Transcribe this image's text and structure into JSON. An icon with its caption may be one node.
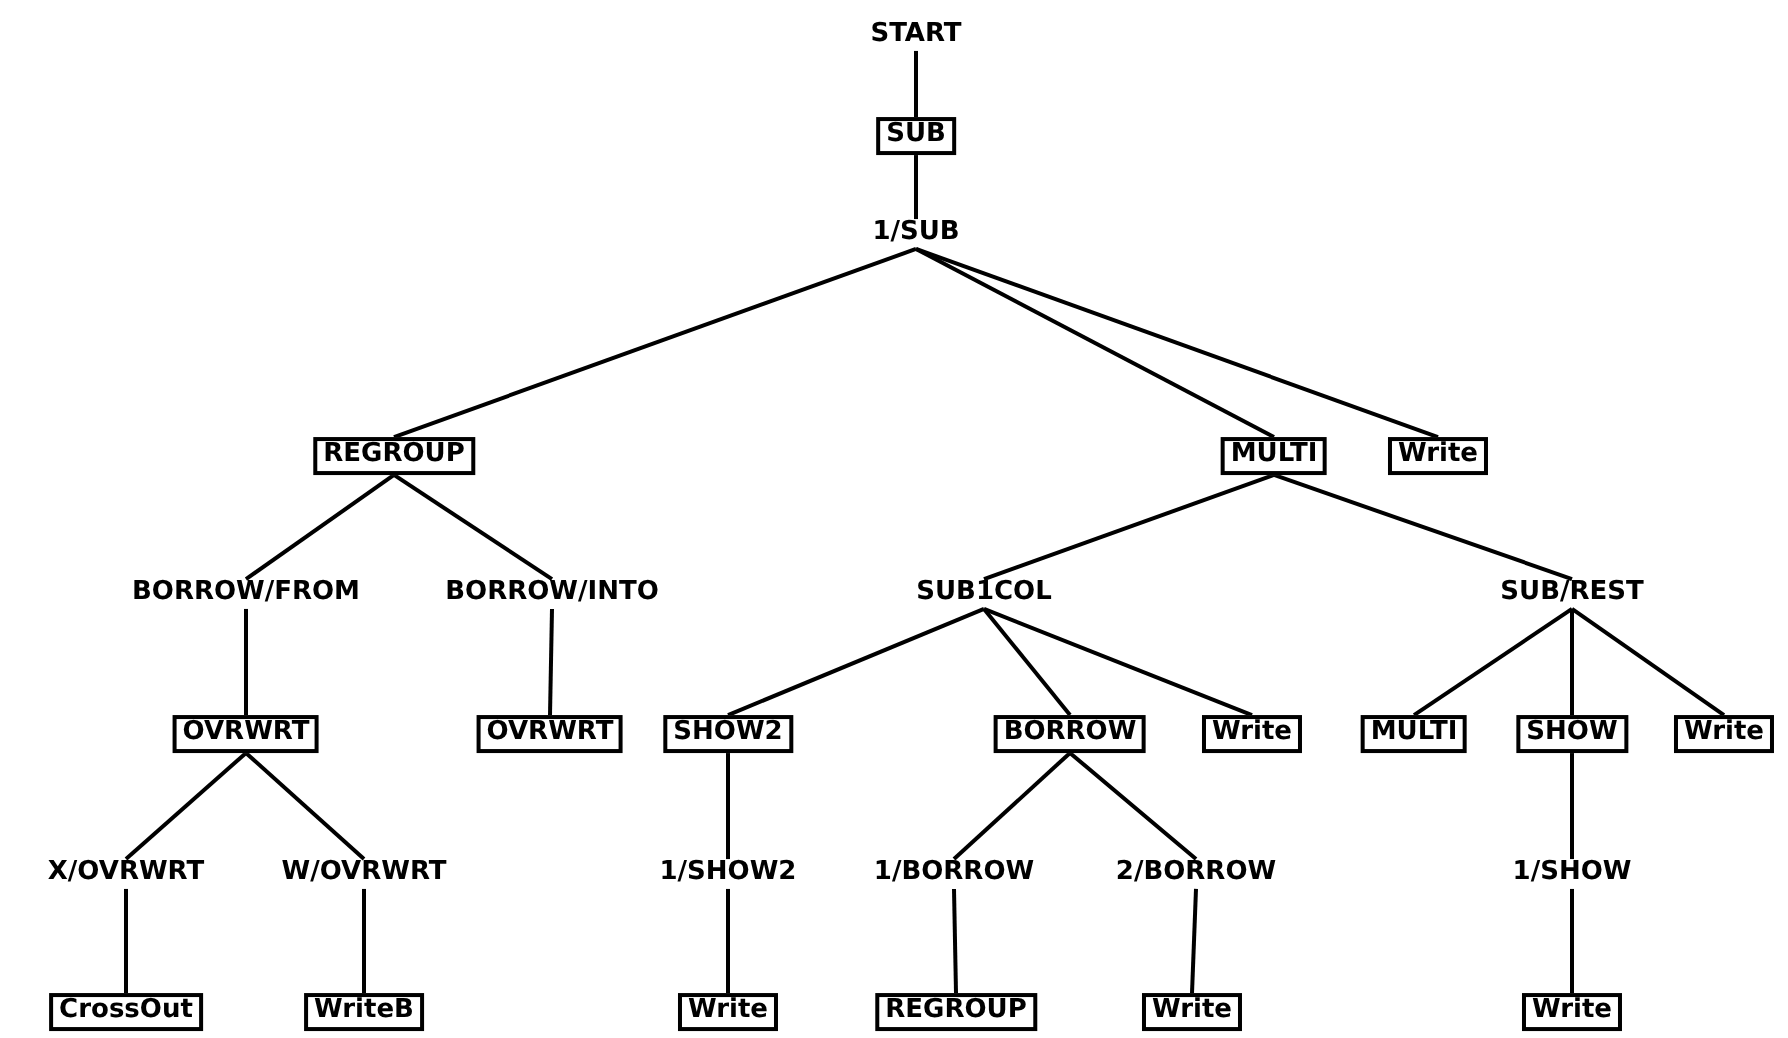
{
  "diagram": {
    "nodes": [
      {
        "text": [
          "START"
        ]
      },
      {
        "text": [
          "SUB"
        ]
      },
      {
        "text": [
          "1/SUB"
        ]
      },
      {
        "text": [
          "REGROUP"
        ]
      },
      {
        "text": [
          "MULTI"
        ]
      },
      {
        "text": [
          "Write"
        ]
      },
      {
        "text": [
          "BORROW/FROM"
        ]
      },
      {
        "text": [
          "BORROW/INTO"
        ]
      },
      {
        "text": [
          "SUB1COL"
        ]
      },
      {
        "text": [
          "SUB/REST"
        ]
      },
      {
        "text": [
          "OVRWRT"
        ]
      },
      {
        "text": [
          "OVRWRT"
        ]
      },
      {
        "text": [
          "SHOW2"
        ]
      },
      {
        "text": [
          "BORROW"
        ]
      },
      {
        "text": [
          "Write"
        ]
      },
      {
        "text": [
          "MULTI"
        ]
      },
      {
        "text": [
          "SHOW"
        ]
      },
      {
        "text": [
          "Write"
        ]
      },
      {
        "text": [
          "X/OVRWRT"
        ]
      },
      {
        "text": [
          "W/OVRWRT"
        ]
      },
      {
        "text": [
          "1/SHOW2"
        ]
      },
      {
        "text": [
          "1/BORROW"
        ]
      },
      {
        "text": [
          "2/BORROW"
        ]
      },
      {
        "text": [
          "1/SHOW"
        ]
      },
      {
        "text": [
          "CrossOut"
        ]
      },
      {
        "text": [
          "WriteB"
        ]
      },
      {
        "text": [
          "Write"
        ]
      },
      {
        "text": [
          "REGROUP"
        ]
      },
      {
        "text": [
          "Write"
        ]
      },
      {
        "text": [
          "Write"
        ]
      }
    ],
    "edges": [
      {
        "from": 0,
        "to": 1,
        "arrow": "none"
      },
      {
        "from": 1,
        "to": 2,
        "arrow": "none"
      },
      {
        "from": 2,
        "to": 3,
        "arrow": "none"
      },
      {
        "from": 2,
        "to": 4,
        "arrow": "none"
      },
      {
        "from": 2,
        "to": 5,
        "arrow": "none"
      },
      {
        "from": 3,
        "to": 6,
        "arrow": "none"
      },
      {
        "from": 3,
        "to": 7,
        "arrow": "none"
      },
      {
        "from": 4,
        "to": 8,
        "arrow": "none"
      },
      {
        "from": 4,
        "to": 9,
        "arrow": "none"
      },
      {
        "from": 6,
        "to": 10,
        "arrow": "none"
      },
      {
        "from": 7,
        "to": 11,
        "arrow": "none"
      },
      {
        "from": 8,
        "to": 12,
        "arrow": "none"
      },
      {
        "from": 8,
        "to": 13,
        "arrow": "none"
      },
      {
        "from": 8,
        "to": 14,
        "arrow": "none"
      },
      {
        "from": 9,
        "to": 15,
        "arrow": "none"
      },
      {
        "from": 9,
        "to": 16,
        "arrow": "none"
      },
      {
        "from": 9,
        "to": 17,
        "arrow": "none"
      },
      {
        "from": 10,
        "to": 18,
        "arrow": "none"
      },
      {
        "from": 10,
        "to": 19,
        "arrow": "none"
      },
      {
        "from": 12,
        "to": 20,
        "arrow": "none"
      },
      {
        "from": 13,
        "to": 21,
        "arrow": "none"
      },
      {
        "from": 13,
        "to": 22,
        "arrow": "none"
      },
      {
        "from": 16,
        "to": 23,
        "arrow": "none"
      },
      {
        "from": 18,
        "to": 24,
        "arrow": "none"
      },
      {
        "from": 19,
        "to": 25,
        "arrow": "none"
      },
      {
        "from": 20,
        "to": 26,
        "arrow": "none"
      },
      {
        "from": 21,
        "to": 27,
        "arrow": "none"
      },
      {
        "from": 22,
        "to": 28,
        "arrow": "none"
      },
      {
        "from": 23,
        "to": 29,
        "arrow": "none"
      }
    ]
  }
}
